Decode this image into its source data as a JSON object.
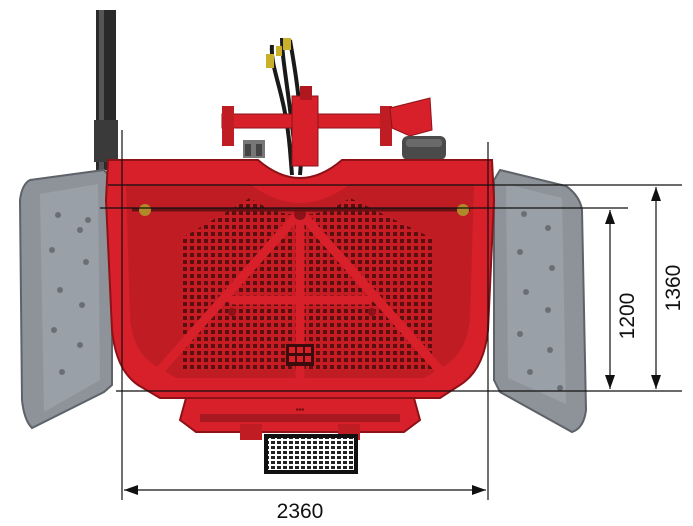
{
  "dimensions": {
    "width_label": "2360",
    "inner_height_label": "1200",
    "outer_height_label": "1360"
  },
  "colors": {
    "machine_red": "#d8202a",
    "machine_dark_red": "#a81820",
    "mesh": "#5a1010",
    "side_panel": "#8e939a",
    "side_panel_dark": "#5e636a",
    "dimension_line": "#111111"
  }
}
